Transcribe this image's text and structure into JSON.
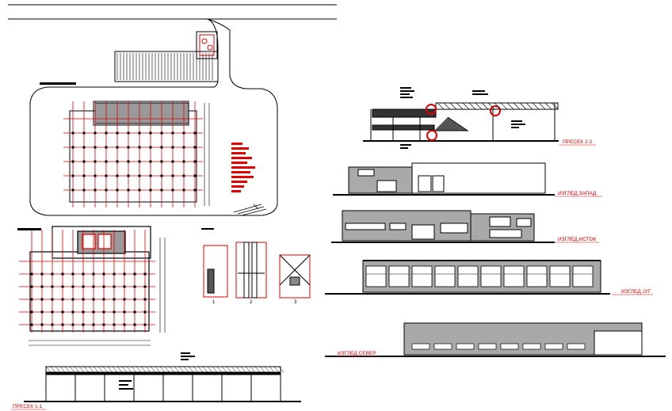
{
  "drawing": {
    "colors": {
      "line": "#000000",
      "accent": "#e00000",
      "wall_fill": "#a9a9a9",
      "background": "#ffffff"
    },
    "sections": {
      "section_1_1": "ПРЕСЕК 1-1",
      "section_2_2": "ПРЕСЕК 2-2"
    },
    "elevations": {
      "west": "ИЗГЛЕД ЗАПАД",
      "east": "ИЗГЛЕД ИСТОК",
      "south": "ИЗГЛЕД ЈУГ",
      "north": "ИЗГЛЕД СЕВЕР"
    },
    "details": [
      "1",
      "2",
      "3"
    ]
  }
}
